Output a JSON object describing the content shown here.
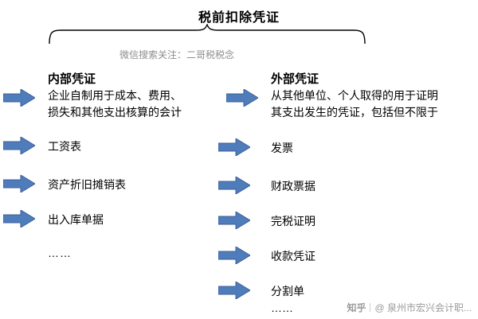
{
  "title": "税前扣除凭证",
  "watermark_inner": "微信搜索关注：二哥税税念",
  "columns": {
    "left": {
      "heading": "内部凭证",
      "items": [
        "企业自制用于成本、费用、\n损失和其他支出核算的会计",
        "工资表",
        "资产折旧摊销表",
        "出入库单据",
        "……"
      ]
    },
    "right": {
      "heading": "外部凭证",
      "items": [
        "从其他单位、个人取得的用于证明\n其支出发生的凭证，包括但不限于",
        "发票",
        "财政票据",
        "完税证明",
        "收款凭证",
        "分割单\n……"
      ]
    }
  },
  "colors": {
    "arrow_fill": "#4f7cba",
    "arrow_stroke": "#3d6198",
    "text": "#000000",
    "watermark": "#8e8e8e"
  },
  "footer": {
    "logo": "知乎",
    "user": "@ 泉州市宏兴会计职..."
  }
}
